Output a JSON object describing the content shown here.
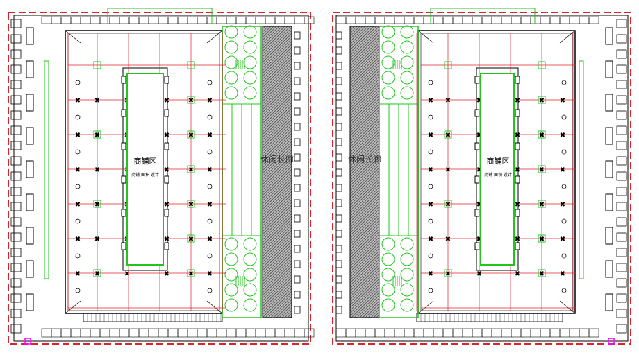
{
  "plans": [
    {
      "side": "left",
      "zone_label": "商铺区",
      "zone_sublabel": "商铺 面积 设计",
      "corridor_label": "休闲长廊"
    },
    {
      "side": "right",
      "zone_label": "商铺区",
      "zone_sublabel": "商铺 面积 设计",
      "corridor_label": "休闲长廊"
    }
  ],
  "colors": {
    "background": "#ffffff",
    "boundary": "#e0202a",
    "grid": "#e0202a",
    "structure": "#000000",
    "landscape": "#22c51e",
    "hatch": "#555555",
    "marker": "#ff00ff"
  }
}
